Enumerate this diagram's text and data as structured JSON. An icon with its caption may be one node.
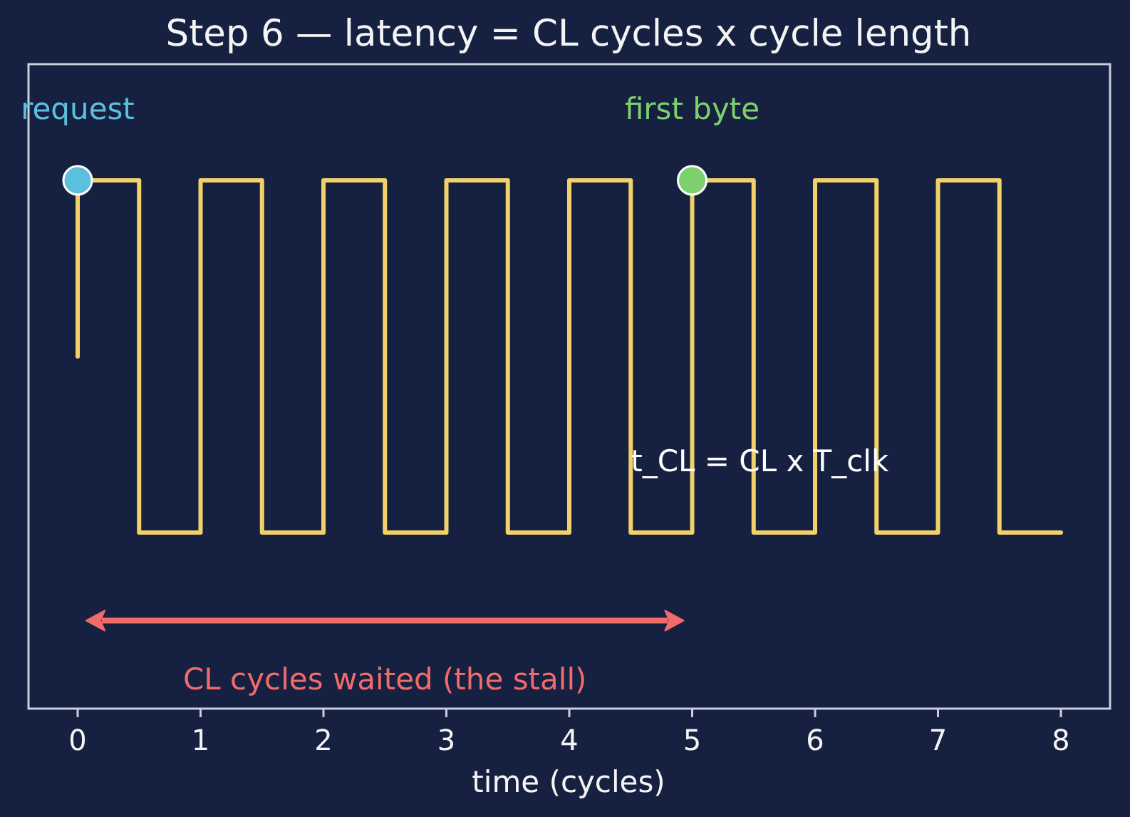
{
  "diagram": {
    "title": "Step 6 — latency = CL cycles x cycle length",
    "labels": [
      "request",
      "first byte",
      "t_CL = CL x T_clk",
      "CL cycles waited (the stall)",
      "0",
      "1",
      "2",
      "3",
      "4",
      "5",
      "6",
      "7",
      "8",
      "time (cycles)"
    ]
  }
}
